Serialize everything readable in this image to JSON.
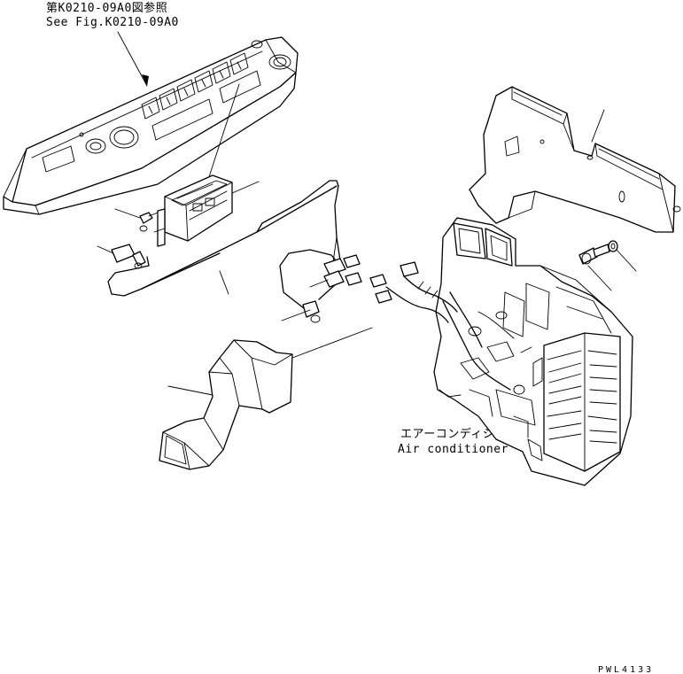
{
  "labels": {
    "ref_line1": "第K0210-09A0図参照",
    "ref_line2": "See Fig.K0210-09A0",
    "aircon_jp": "エアーコンディショナ",
    "aircon_en": "Air conditioner",
    "drawing_code": "PWL4133"
  }
}
